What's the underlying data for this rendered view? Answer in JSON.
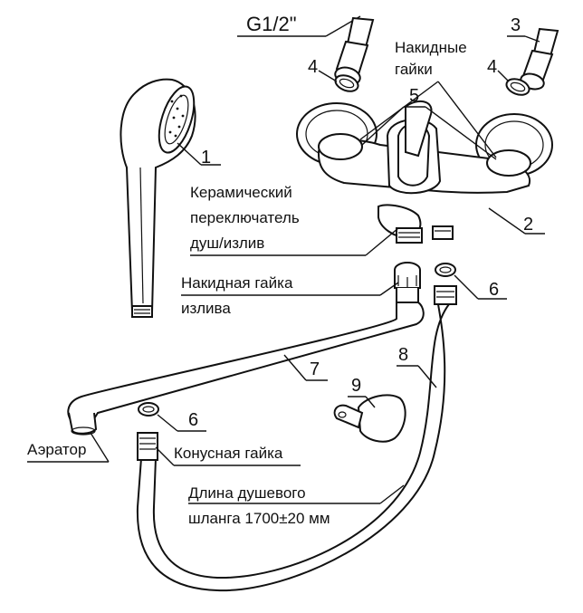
{
  "thread_size": "G1/2\"",
  "callouts": {
    "c1": "1",
    "c2": "2",
    "c3": "3",
    "c4a": "4",
    "c4b": "4",
    "c5": "5",
    "c6a": "6",
    "c6b": "6",
    "c7": "7",
    "c8": "8",
    "c9": "9"
  },
  "labels": {
    "union_nuts_l1": "Накидные",
    "union_nuts_l2": "гайки",
    "ceramic_l1": "Керамический",
    "ceramic_l2": "переключатель",
    "ceramic_l3": "душ/излив",
    "spout_nut_l1": "Накидная гайка",
    "spout_nut_l2": "излива",
    "aerator": "Аэратор",
    "cone_nut": "Конусная гайка",
    "hose_l1": "Длина душевого",
    "hose_l2": "шланга 1700±20 мм"
  }
}
